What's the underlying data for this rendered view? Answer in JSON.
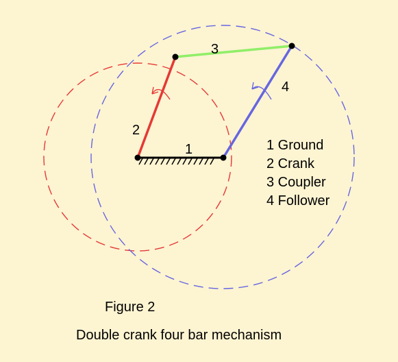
{
  "figure": {
    "label": "Figure 2",
    "title": "Double crank four bar mechanism"
  },
  "links": [
    {
      "number": "1",
      "name": "Ground",
      "color": "#000000"
    },
    {
      "number": "2",
      "name": "Crank",
      "color": "#e53935"
    },
    {
      "number": "3",
      "name": "Coupler",
      "color": "#90ee68"
    },
    {
      "number": "4",
      "name": "Follower",
      "color": "#6666e0"
    }
  ],
  "legend": [
    "1 Ground",
    "2 Crank",
    "3 Coupler",
    "4 Follower"
  ],
  "colors": {
    "background": "#fdf4d2",
    "crank_circle": "#e53935",
    "follower_circle": "#6666e0",
    "joint": "#000000"
  },
  "icons": {
    "rotation_arrow": "curved-arrow-icon",
    "ground_hatch": "ground-hatch-icon"
  }
}
